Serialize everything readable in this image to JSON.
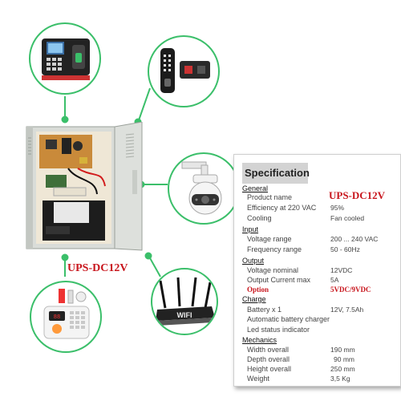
{
  "product_label": "UPS-DC12V",
  "spec": {
    "title": "Specification",
    "general": {
      "heading": "General",
      "product_name_label": "Product name",
      "product_name_value": "UPS-DC12V",
      "efficiency_label": "Efficiency at 220 VAC",
      "efficiency_value": "95%",
      "cooling_label": "Cooling",
      "cooling_value": "Fan cooled"
    },
    "input": {
      "heading": "Input",
      "voltage_label": "Voltage range",
      "voltage_value": "200 ... 240 VAC",
      "freq_label": "Frequency range",
      "freq_value": "50 - 60Hz"
    },
    "output": {
      "heading": "Output",
      "voltage_label": "Voltage nominal",
      "voltage_value": "12VDC",
      "current_label": "Output Current max",
      "current_value": "5A",
      "option_label": "Option",
      "option_value": "5VDC/9VDC"
    },
    "charge": {
      "heading": "Charge",
      "battery_label": "Battery x 1",
      "battery_value": "12V, 7.5Ah",
      "auto_label": "Automatic battery charger",
      "led_label": "Led status indicator"
    },
    "mechanics": {
      "heading": "Mechanics",
      "width_label": "Width overall",
      "width_value": "190 mm",
      "depth_label": "Depth overall",
      "depth_value": "90 mm",
      "height_label": "Height overall",
      "height_value": "250 mm",
      "weight_label": "Weight",
      "weight_value": "3,5 Kg"
    }
  },
  "router_text": "WIFI",
  "accent_green": "#3bbf6a",
  "accent_red": "#c8161d"
}
